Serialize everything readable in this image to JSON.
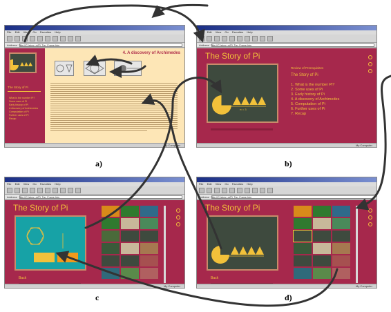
{
  "panel_labels": {
    "a": "a)",
    "b": "b)",
    "c": "c",
    "d": "d)"
  },
  "colors": {
    "crimson": "#a6284c",
    "gold": "#f2c13a",
    "board": "#3e4a3e",
    "teal": "#17a2a6",
    "paper": "#fde6b6"
  },
  "browser": {
    "menu": [
      "File",
      "Edit",
      "View",
      "Go",
      "Favorites",
      "Help"
    ],
    "address_label": "Address",
    "address_value": "file:///C:/story_pi/Pi_Top_Frame.htm",
    "status": "My Computer"
  },
  "panel_a": {
    "heading": "4. A discovery of Archimedes",
    "sidebar_title": "The Story of Pi",
    "sidebar_links": [
      "What is the number Pi?",
      "Some uses of Pi",
      "Early history of Pi",
      "A discovery of Archimedes",
      "Computation of Pi",
      "Further uses of Pi",
      "Recap"
    ]
  },
  "panel_b": {
    "title": "The Story of Pi",
    "menu_heading": "Review of Prerequisites",
    "menu_subtitle": "The Story of Pi",
    "menu_items": [
      "1. What is the number Pi?",
      "2. Some uses of Pi",
      "3. Early history of Pi",
      "4. A discovery of Archimedes",
      "5. Computation of Pi",
      "6. Further uses of Pi",
      "7. Recap"
    ],
    "caption": "π = 3"
  },
  "panel_c": {
    "title": "The Story of Pi",
    "back_label": "Back"
  },
  "panel_d": {
    "title": "The Story of Pi",
    "back_label": "Back"
  }
}
